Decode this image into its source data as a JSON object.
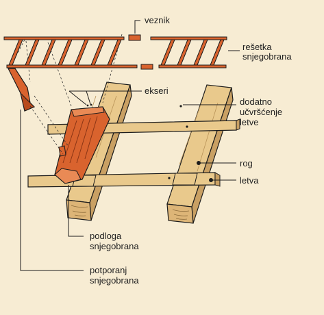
{
  "colors": {
    "background": "#f7ecd3",
    "wood": "#e9c98c",
    "wood_dark": "#c9a063",
    "guard_orange": "#d9632e",
    "outline": "#1c1c1c"
  },
  "labels": {
    "veznik": "veznik",
    "resetka": [
      "rešetka",
      "snjegobrana"
    ],
    "ekseri": "ekseri",
    "dodatno": [
      "dodatno",
      "učvršćenje",
      "letve"
    ],
    "rog": "rog",
    "letva": "letva",
    "podloga": [
      "podloga",
      "snjegobrana"
    ],
    "potporanj": [
      "potporanj",
      "snjegobrana"
    ]
  }
}
